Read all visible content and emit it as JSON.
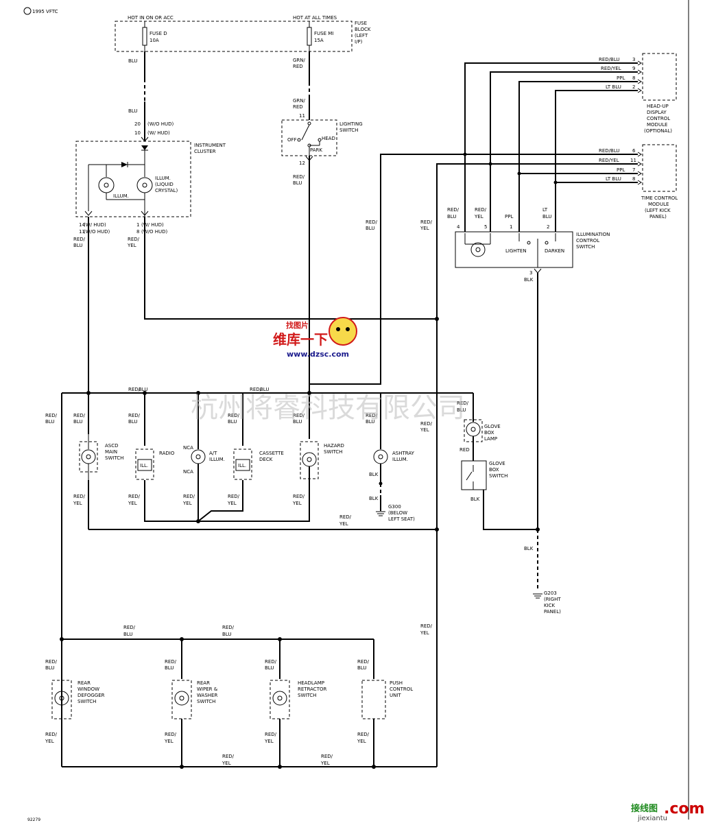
{
  "header": {
    "code": "1995 VFTC",
    "figure_number": "92279"
  },
  "fuse_block": {
    "hot_left": "HOT IN ON OR ACC",
    "hot_right": "HOT AT ALL TIMES",
    "fuse_d_name": "FUSE D",
    "fuse_d_rating": "10A",
    "fuse_m_name": "FUSE MI",
    "fuse_m_rating": "15A",
    "label": [
      "FUSE",
      "BLOCK",
      "(LEFT",
      "I/P)"
    ]
  },
  "wires": {
    "blu": "BLU",
    "grn_red_1": "GRN/",
    "grn_red_2": "RED",
    "red": "RED",
    "red_blu_1": "RED/",
    "red_blu_2": "BLU",
    "red_yel_1": "RED/",
    "red_yel_2": "YEL",
    "blk": "BLK"
  },
  "instrument_cluster": {
    "label": [
      "INSTRUMENT",
      "CLUSTER"
    ],
    "pin_top_a": "20",
    "pin_top_a_note": "(W/O HUD)",
    "pin_top_b": "10",
    "pin_top_b_note": "(W/ HUD)",
    "illum_label": "ILLUM.",
    "illum_lcd": [
      "ILLUM.",
      "(LIQUID",
      "CRYSTAL)"
    ],
    "pin_left_a": "14",
    "pin_left_a_note": "(W/ HUD)",
    "pin_left_b": "11",
    "pin_left_b_note": "(W/O HUD)",
    "pin_right_a": "1",
    "pin_right_a_note": "(W/ HUD)",
    "pin_right_b": "8",
    "pin_right_b_note": "(W/O HUD)"
  },
  "lighting_switch": {
    "label": [
      "LIGHTING",
      "SWITCH"
    ],
    "pin_in": "11",
    "pin_out": "12",
    "off": "OFF",
    "head": "HEAD",
    "park": "PARK"
  },
  "hud_module": {
    "label": [
      "HEAD-UP",
      "DISPLAY",
      "CONTROL",
      "MODULE",
      "(OPTIONAL)"
    ],
    "pins": [
      {
        "wire": "RED/BLU",
        "num": "3"
      },
      {
        "wire": "RED/YEL",
        "num": "9"
      },
      {
        "wire": "PPL",
        "num": "8"
      },
      {
        "wire": "LT BLU",
        "num": "2"
      }
    ]
  },
  "time_control_module": {
    "label": [
      "TIME CONTROL",
      "MODULE",
      "(LEFT KICK",
      "PANEL)"
    ],
    "pins": [
      {
        "wire": "RED/BLU",
        "num": "6"
      },
      {
        "wire": "RED/YEL",
        "num": "11"
      },
      {
        "wire": "PPL",
        "num": "7"
      },
      {
        "wire": "LT BLU",
        "num": "8"
      }
    ]
  },
  "illumination_switch": {
    "label": [
      "ILLUMINATION",
      "CONTROL",
      "SWITCH"
    ],
    "pin_4": "4",
    "pin_5": "5",
    "pin_1": "1",
    "pin_2": "2",
    "pin_3": "3",
    "ppl": "PPL",
    "lt_blu_1": "LT",
    "lt_blu_2": "BLU",
    "lighten": "LIGHTEN",
    "darken": "DARKEN"
  },
  "components": {
    "ascd": [
      "ASCD",
      "MAIN",
      "SWITCH"
    ],
    "radio": "RADIO",
    "ill": "ILL.",
    "at_illum": [
      "A/T",
      "ILLUM."
    ],
    "nca": "NCA",
    "cassette": [
      "CASSETTE",
      "DECK"
    ],
    "hazard": [
      "HAZARD",
      "SWITCH"
    ],
    "ashtray": [
      "ASHTRAY",
      "ILLUM."
    ],
    "glove_lamp": [
      "GLOVE",
      "BOX",
      "LAMP"
    ],
    "glove_switch": [
      "GLOVE",
      "BOX",
      "SWITCH"
    ],
    "g300": [
      "G300",
      "(BELOW",
      "LEFT SEAT)"
    ],
    "g203": [
      "G203",
      "(RIGHT",
      "KICK",
      "PANEL)"
    ],
    "rear_defogger": [
      "REAR",
      "WINDOW",
      "DEFOGGER",
      "SWITCH"
    ],
    "rear_wiper": [
      "REAR",
      "WIPER &",
      "WASHER",
      "SWITCH"
    ],
    "headlamp_retractor": [
      "HEADLAMP",
      "RETRACTOR",
      "SWITCH"
    ],
    "push_control": [
      "PUSH",
      "CONTROL",
      "UNIT"
    ]
  },
  "watermarks": {
    "logo_top": "找图片",
    "logo_main": "维库一下",
    "logo_url": "www.dzsc.com",
    "company": "杭州将睿科技有限公司",
    "corner_cn": "接线图",
    "corner_com": ".com",
    "corner_url": "jiexiantu"
  }
}
